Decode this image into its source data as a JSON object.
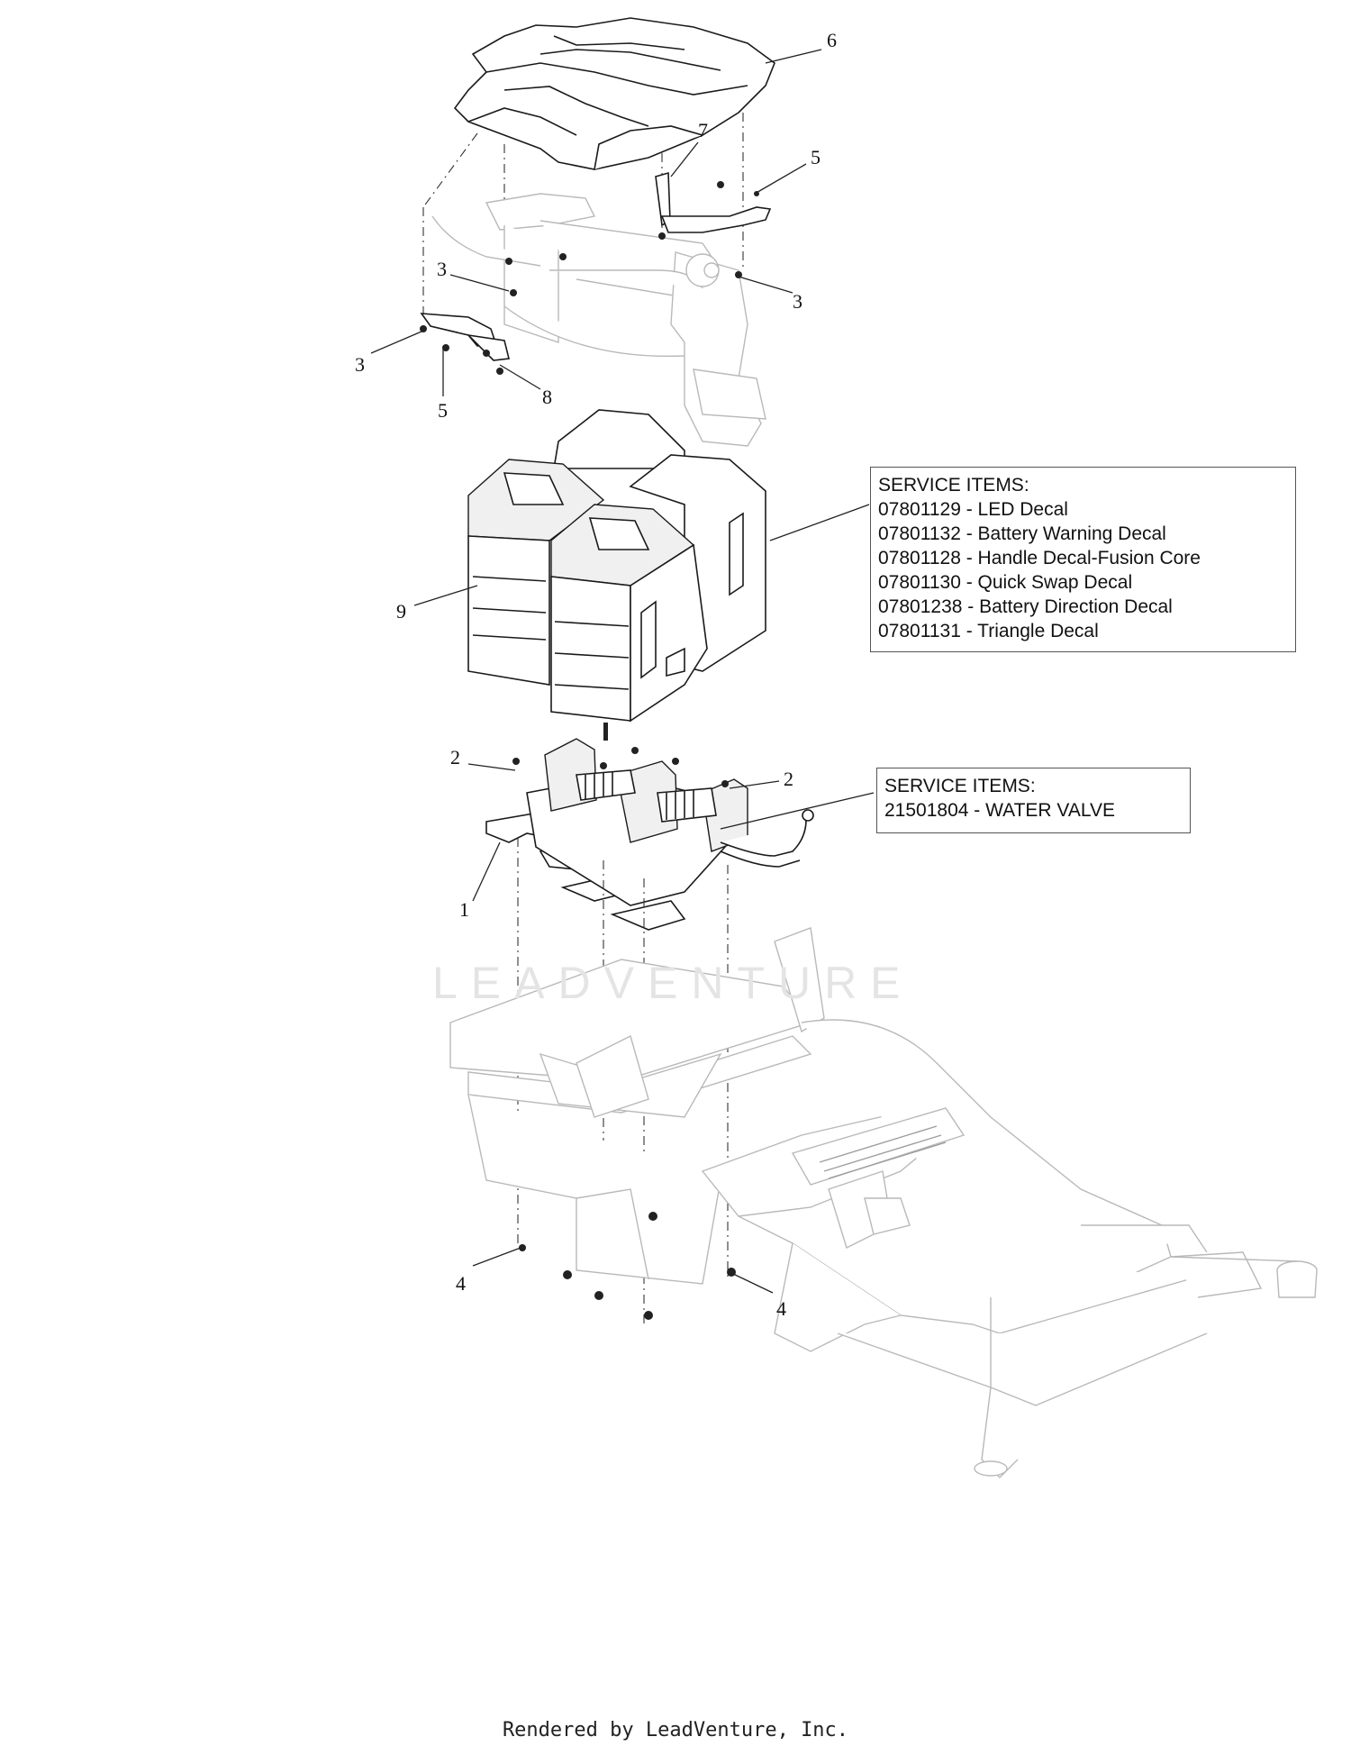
{
  "callouts": {
    "c6": "6",
    "c7": "7",
    "c5a": "5",
    "c3a": "3",
    "c3b": "3",
    "c3c": "3",
    "c5b": "5",
    "c8": "8",
    "c9": "9",
    "c2a": "2",
    "c2b": "2",
    "c1": "1",
    "c4a": "4",
    "c4b": "4"
  },
  "service_box_1": {
    "heading": "SERVICE ITEMS:",
    "items": [
      "07801129 - LED Decal",
      "07801132 - Battery Warning Decal",
      "07801128 - Handle Decal-Fusion Core",
      "07801130 - Quick Swap Decal",
      "07801238 - Battery Direction Decal",
      "07801131 - Triangle Decal"
    ]
  },
  "service_box_2": {
    "heading": "SERVICE ITEMS:",
    "items": [
      "21501804 - WATER VALVE"
    ]
  },
  "watermark": "LEADVENTURE",
  "footer": "Rendered by LeadVenture, Inc.",
  "colors": {
    "line": "#1a1a1a",
    "frame": "#b9b9b9",
    "watermark": "#e4e4e4"
  }
}
